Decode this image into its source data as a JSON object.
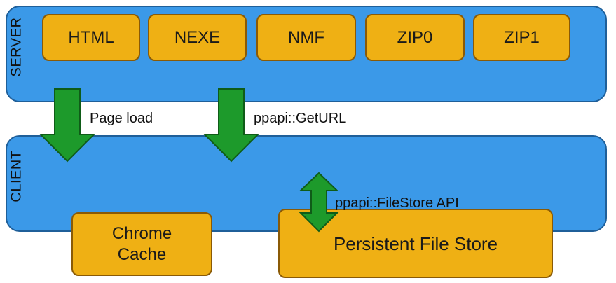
{
  "server": {
    "label": "SERVER",
    "files": [
      "HTML",
      "NEXE",
      "NMF",
      "ZIP0",
      "ZIP1"
    ]
  },
  "client": {
    "label": "CLIENT",
    "stores": {
      "chrome_cache_line1": "Chrome",
      "chrome_cache_line2": "Cache",
      "persistent": "Persistent File Store"
    }
  },
  "flows": {
    "page_load": "Page load",
    "get_url": "ppapi::GetURL",
    "filestore_api": "ppapi::FileStore API"
  },
  "colors": {
    "panel_fill": "#3b99e8",
    "panel_border": "#1f5f99",
    "box_fill": "#efb014",
    "box_border": "#8a5a06",
    "arrow_fill": "#1d9a2b",
    "arrow_border": "#0f5c18"
  }
}
